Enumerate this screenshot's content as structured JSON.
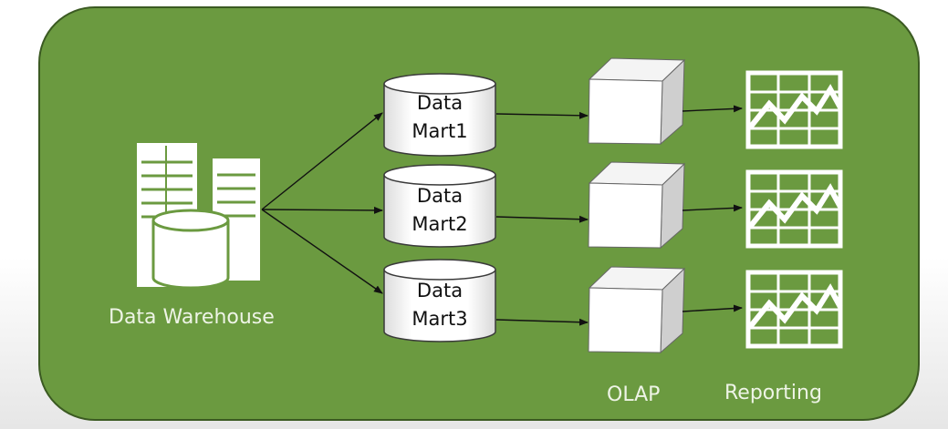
{
  "warehouse": {
    "label": "Data Warehouse"
  },
  "marts": [
    {
      "line1": "Data",
      "line2": "Mart1"
    },
    {
      "line1": "Data",
      "line2": "Mart2"
    },
    {
      "line1": "Data",
      "line2": "Mart3"
    }
  ],
  "columns": {
    "olap_label": "OLAP",
    "reporting_label": "Reporting"
  },
  "colors": {
    "panel_fill": "#6b9a40",
    "panel_border": "#3b5a22",
    "shape_fill": "#ffffff",
    "arrow": "#111111"
  },
  "icons": [
    "data-warehouse-icon",
    "database-cylinder-icon",
    "olap-cube-icon",
    "report-chart-icon"
  ]
}
